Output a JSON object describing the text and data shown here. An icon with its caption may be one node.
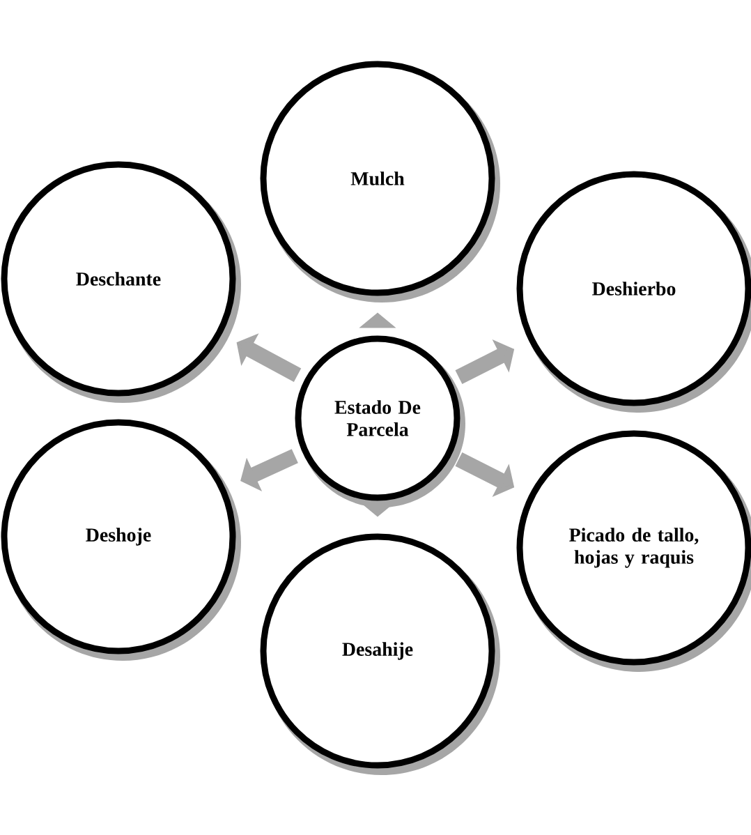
{
  "diagram": {
    "nodes": [
      {
        "text": [
          "Estado De Parcela"
        ]
      },
      {
        "text": [
          "Mulch"
        ]
      },
      {
        "text": [
          "Deshierbo"
        ]
      },
      {
        "text": [
          "Picado de tallo, hojas y raquis"
        ]
      },
      {
        "text": [
          "Desahije"
        ]
      },
      {
        "text": [
          "Deshoje"
        ]
      },
      {
        "text": [
          "Deschante"
        ]
      }
    ],
    "edges": [
      {
        "from": 0,
        "to": 1,
        "arrow": "to"
      },
      {
        "from": 0,
        "to": 2,
        "arrow": "to"
      },
      {
        "from": 0,
        "to": 3,
        "arrow": "to"
      },
      {
        "from": 0,
        "to": 4,
        "arrow": "to"
      },
      {
        "from": 0,
        "to": 5,
        "arrow": "to"
      },
      {
        "from": 0,
        "to": 6,
        "arrow": "to"
      }
    ]
  }
}
